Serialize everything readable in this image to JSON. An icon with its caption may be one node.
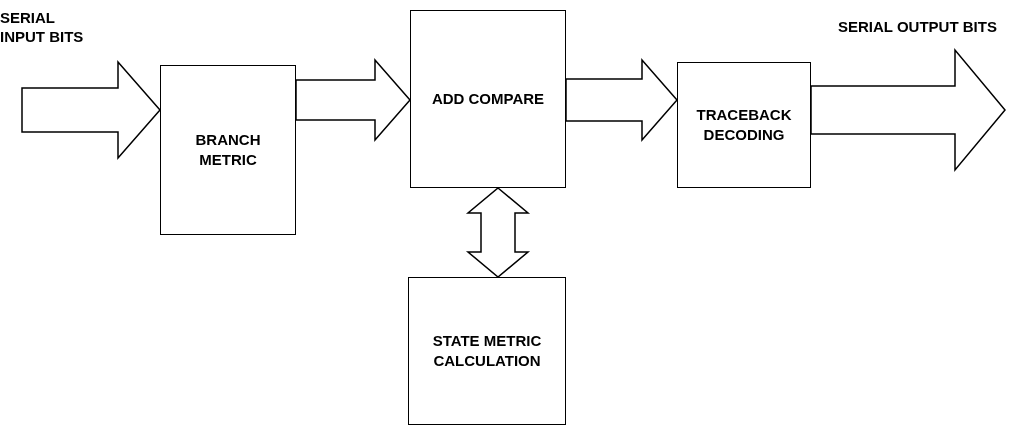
{
  "diagram": {
    "nodes": [
      {
        "text": [
          "BRANCH METRIC"
        ]
      },
      {
        "text": [
          "ADD COMPARE"
        ]
      },
      {
        "text": [
          "TRACEBACK DECODING"
        ]
      },
      {
        "text": [
          "STATE METRIC CALCULATION"
        ]
      }
    ],
    "edges": [
      {
        "from": null,
        "to": 0,
        "arrow": "to"
      },
      {
        "from": 0,
        "to": 1,
        "arrow": "to"
      },
      {
        "from": 1,
        "to": 2,
        "arrow": "to"
      },
      {
        "from": 1,
        "to": 3,
        "arrow": "both"
      },
      {
        "from": 2,
        "to": null,
        "arrow": "to"
      }
    ],
    "labels": [
      "SERIAL INPUT BITS",
      "SERIAL OUTPUT BITS"
    ]
  }
}
